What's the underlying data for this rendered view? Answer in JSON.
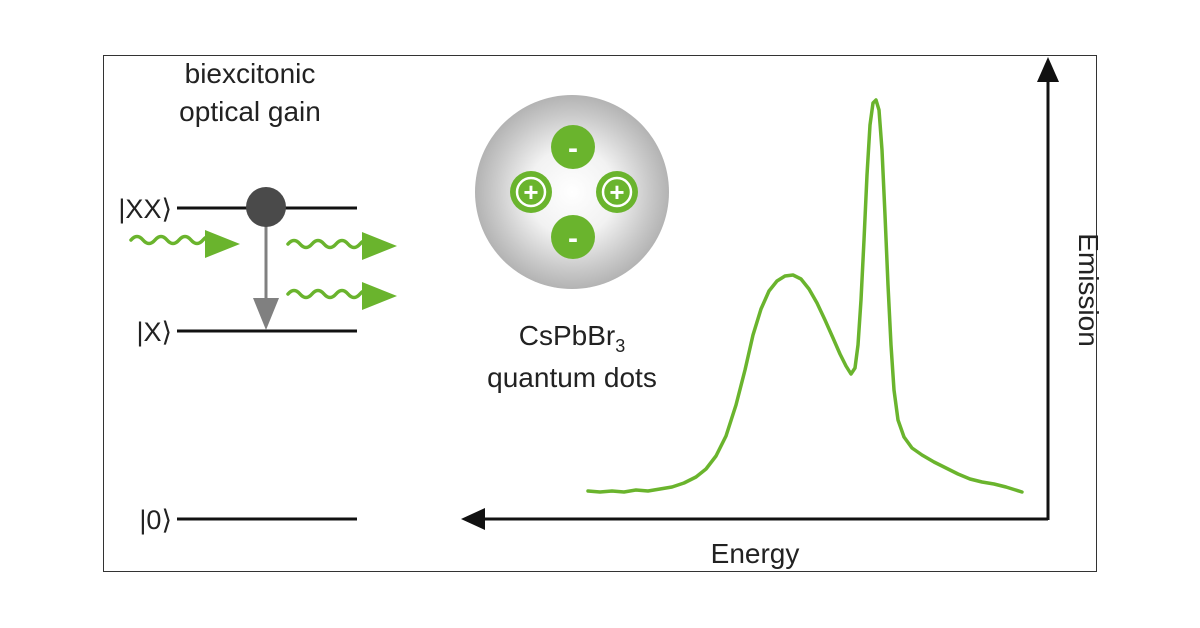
{
  "title": {
    "line1": "biexcitonic",
    "line2": "optical gain"
  },
  "levels": {
    "xx": "|XX⟩",
    "x": "|X⟩",
    "zero": "|0⟩"
  },
  "dot_label": {
    "line1_main": "CsPbBr",
    "line1_sub": "3",
    "line2": "quantum dots"
  },
  "charges": {
    "top": "-",
    "bottom": "-",
    "left": "+",
    "right": "+"
  },
  "axes": {
    "x_label": "Energy",
    "y_label": "Emission"
  },
  "colors": {
    "accent_green": "#6ab42d",
    "level_line": "#111111",
    "arrow_gray": "#808080",
    "electron": "#4a4a4a"
  },
  "icons": {
    "photon": "green-wavy-arrow",
    "transition": "gray-down-arrow",
    "carrier": "dark-circle"
  },
  "chart_data": {
    "type": "line",
    "series": [
      {
        "values": []
      }
    ],
    "x_direction": "increasing-left",
    "grid": false
  }
}
